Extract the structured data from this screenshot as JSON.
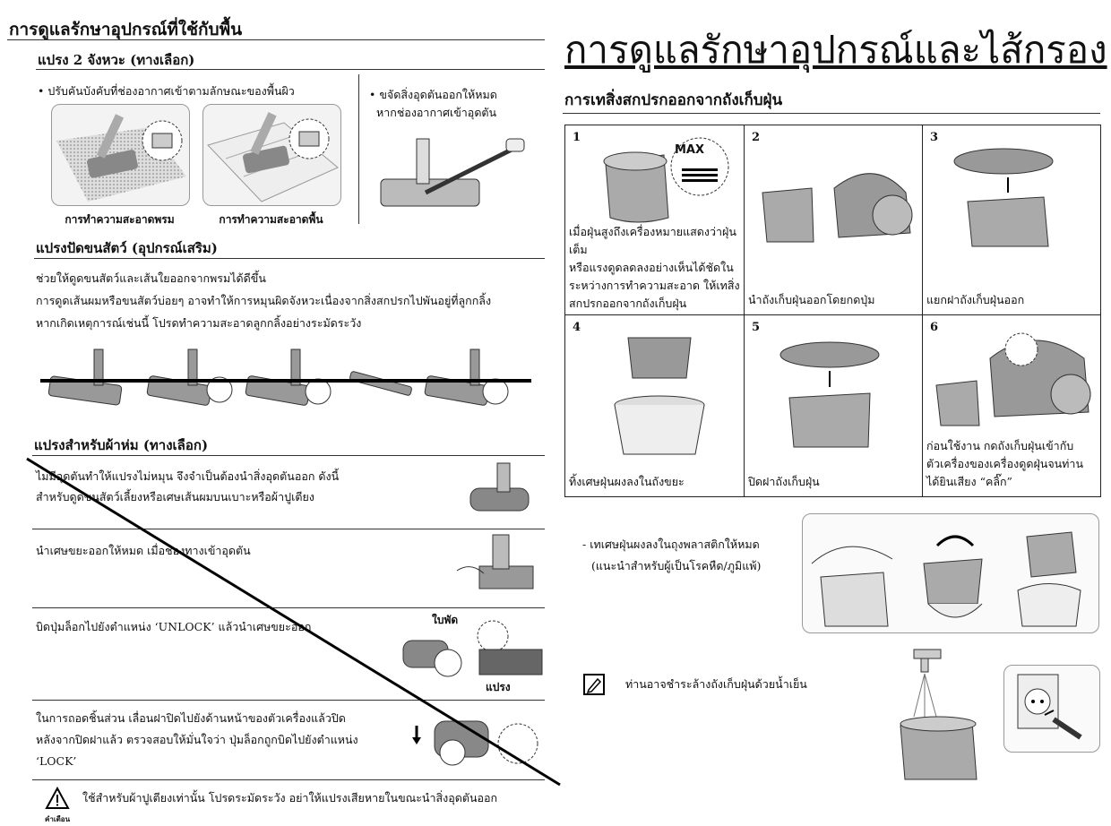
{
  "left": {
    "title": "การดูแลรักษาอุปกรณ์ที่ใช้กับพื้น",
    "sec1": {
      "title": "แปรง 2 จังหวะ (ทางเลือก)",
      "bullet1": "• ปรับคันบังคับที่ช่องอากาศเข้าตามลักษณะของพื้นผิว",
      "bullet2a": "• ขจัดสิ่งอุดตันออกให้หมด",
      "bullet2b": "หากช่องอากาศเข้าอุดตัน",
      "cap_carpet": "การทำความสะอาดพรม",
      "cap_floor": "การทำความสะอาดพื้น"
    },
    "sec2": {
      "title": "แปรงปัดขนสัตว์ (อุปกรณ์เสริม)",
      "line1": "ช่วยให้ดูดขนสัตว์และเส้นใยออกจากพรมได้ดีขึ้น",
      "line2": "การดูดเส้นผมหรือขนสัตว์บ่อยๆ อาจทำให้การหมุนผิดจังหวะเนื่องจากสิ่งสกปรกไปพันอยู่ที่ลูกกลิ้ง",
      "line3": "หากเกิดเหตุการณ์เช่นนี้ โปรดทำความสะอาดลูกกลิ้งอย่างระมัดระวัง"
    },
    "sec3": {
      "title": "แปรงสำหรับผ้าห่ม (ทางเลือก)",
      "p1a": "ไม่มีอุดตันทำให้แปรงไม่หมุน จึงจำเป็นต้องนำสิ่งอุดตันออก ดังนี้",
      "p1b": "สำหรับดูดขนสัตว์เลี้ยงหรือเศษเส้นผมบนเบาะหรือผ้าปูเตียง",
      "p2": "นำเศษขยะออกให้หมด เมื่อช่องทางเข้าอุดตัน",
      "p3": "บิดปุ่มล็อกไปยังตำแหน่ง ‘UNLOCK’ แล้วนำเศษขยะออก",
      "label_blade": "ใบพัด",
      "label_brush": "แปรง",
      "p4a": "ในการถอดชิ้นส่วน เลื่อนฝาปิดไปยังด้านหน้าของตัวเครื่องแล้วปิด",
      "p4b": "หลังจากปิดฝาแล้ว ตรวจสอบให้มั่นใจว่า ปุ่มล็อกถูกบิดไปยังตำแหน่ง",
      "p4c": "‘LOCK’",
      "warning": "ใช้สำหรับผ้าปูเตียงเท่านั้น โปรดระมัดระวัง อย่าให้แปรงเสียหายในขณะนำสิ่งอุดตันออก",
      "warning_label": "คำเตือน"
    }
  },
  "right": {
    "title": "การดูแลรักษาอุปกรณ์และไส้กรอง",
    "subtitle": "การเทสิ่งสกปรกออกจากถังเก็บฝุ่น",
    "max_label": "MAX",
    "steps": [
      {
        "num": "1",
        "lines": [
          "เมื่อฝุ่นสูงถึงเครื่องหมายแสดงว่าฝุ่นเต็ม",
          "หรือแรงดูดลดลงอย่างเห็นได้ชัดใน",
          "ระหว่างการทำความสะอาด ให้เทสิ่ง",
          "สกปรกออกจากถังเก็บฝุ่น"
        ]
      },
      {
        "num": "2",
        "lines": [
          "นำถังเก็บฝุ่นออกโดยกดปุ่ม"
        ]
      },
      {
        "num": "3",
        "lines": [
          "แยกฝาถังเก็บฝุ่นออก"
        ]
      },
      {
        "num": "4",
        "lines": [
          "ทิ้งเศษฝุ่นผงลงในถังขยะ"
        ]
      },
      {
        "num": "5",
        "lines": [
          "ปิดฝาถังเก็บฝุ่น"
        ]
      },
      {
        "num": "6",
        "lines": [
          "ก่อนใช้งาน กดถังเก็บฝุ่นเข้ากับ",
          "ตัวเครื่องของเครื่องดูดฝุ่นจนท่าน",
          "ได้ยินเสียง “คลิ๊ก”"
        ]
      }
    ],
    "bag_note_a": "- เทเศษฝุ่นผงลงในถุงพลาสติกให้หมด",
    "bag_note_b": "(แนะนำสำหรับผู้เป็นโรคหืด/ภูมิแพ้)",
    "wash_note": "ท่านอาจชำระล้างถังเก็บฝุ่นด้วยน้ำเย็น"
  }
}
